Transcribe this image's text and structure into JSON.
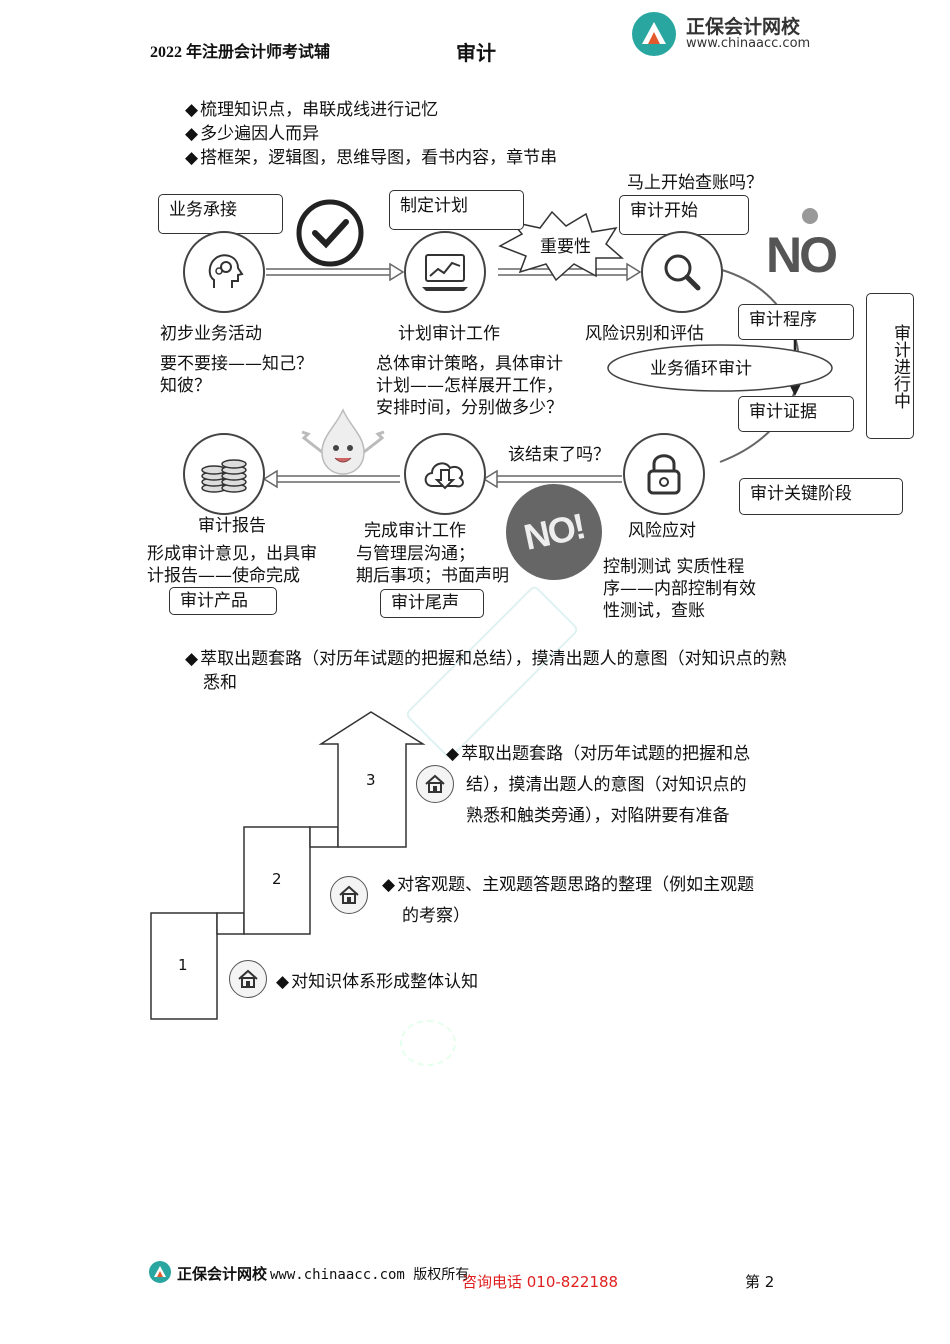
{
  "header": {
    "left_text": "2022 年注册会计师考试辅",
    "subject": "审计",
    "logo_name": "正保会计网校",
    "logo_url": "www.chinaacc.com"
  },
  "bullets_top": [
    "梳理知识点，串联成线进行记忆",
    "多少遍因人而异",
    "搭框架，逻辑图，思维导图，看书内容，章节串"
  ],
  "diagram": {
    "stages": {
      "initial": {
        "box": "业务承接",
        "title": "初步业务活动",
        "desc1": "要不要接——知己？",
        "desc2": "知彼？"
      },
      "planning": {
        "box": "制定计划",
        "title": "计划审计工作",
        "desc1": "总体审计策略，具体审计",
        "desc2": "计划——怎样展开工作，",
        "desc3": "安排时间，分别做多少？"
      },
      "risk_assess": {
        "question": "马上开始查账吗？",
        "box": "审计开始",
        "title": "风险识别和评估"
      },
      "materiality": "重要性",
      "procedures": "审计程序",
      "cycle": "业务循环审计",
      "evidence": "审计证据",
      "in_progress": "审计进行中",
      "key_stage": "审计关键阶段",
      "response": {
        "question": "该结束了吗？",
        "title": "风险应对",
        "desc1": "控制测试 实质性程",
        "desc2": "序——内部控制有效",
        "desc3": "性测试，查账"
      },
      "completion": {
        "title": "完成审计工作",
        "desc1": "与管理层沟通；",
        "desc2": "期后事项；书面声明",
        "box": "审计尾声"
      },
      "report": {
        "title": "审计报告",
        "desc1": "形成审计意见，出具审",
        "desc2": "计报告——使命完成",
        "box": "审计产品"
      }
    },
    "no_big": "NO",
    "no_stamp": "NO!"
  },
  "bullet_middle": {
    "line1": "萃取出题套路（对历年试题的把握和总结），摸清出题人的意图（对知识点的熟",
    "line2": "悉和"
  },
  "staircase": {
    "step1": "1",
    "step2": "2",
    "step3": "3",
    "item3_line1": "萃取出题套路（对历年试题的把握和总",
    "item3_line2": "结），摸清出题人的意图（对知识点的",
    "item3_line3": "熟悉和触类旁通），对陷阱要有准备",
    "item2_line1": "对客观题、主观题答题思路的整理（例如主观题",
    "item2_line2": "的考察）",
    "item1": "对知识体系形成整体认知"
  },
  "footer": {
    "logo_name": "正保会计网校",
    "url_text": "www.chinaacc.com 版权所有",
    "phone": "咨询电话 010-822188",
    "page": "第 2"
  },
  "colors": {
    "brand_teal": "#2aa6a0",
    "phone_red": "#e02020"
  }
}
